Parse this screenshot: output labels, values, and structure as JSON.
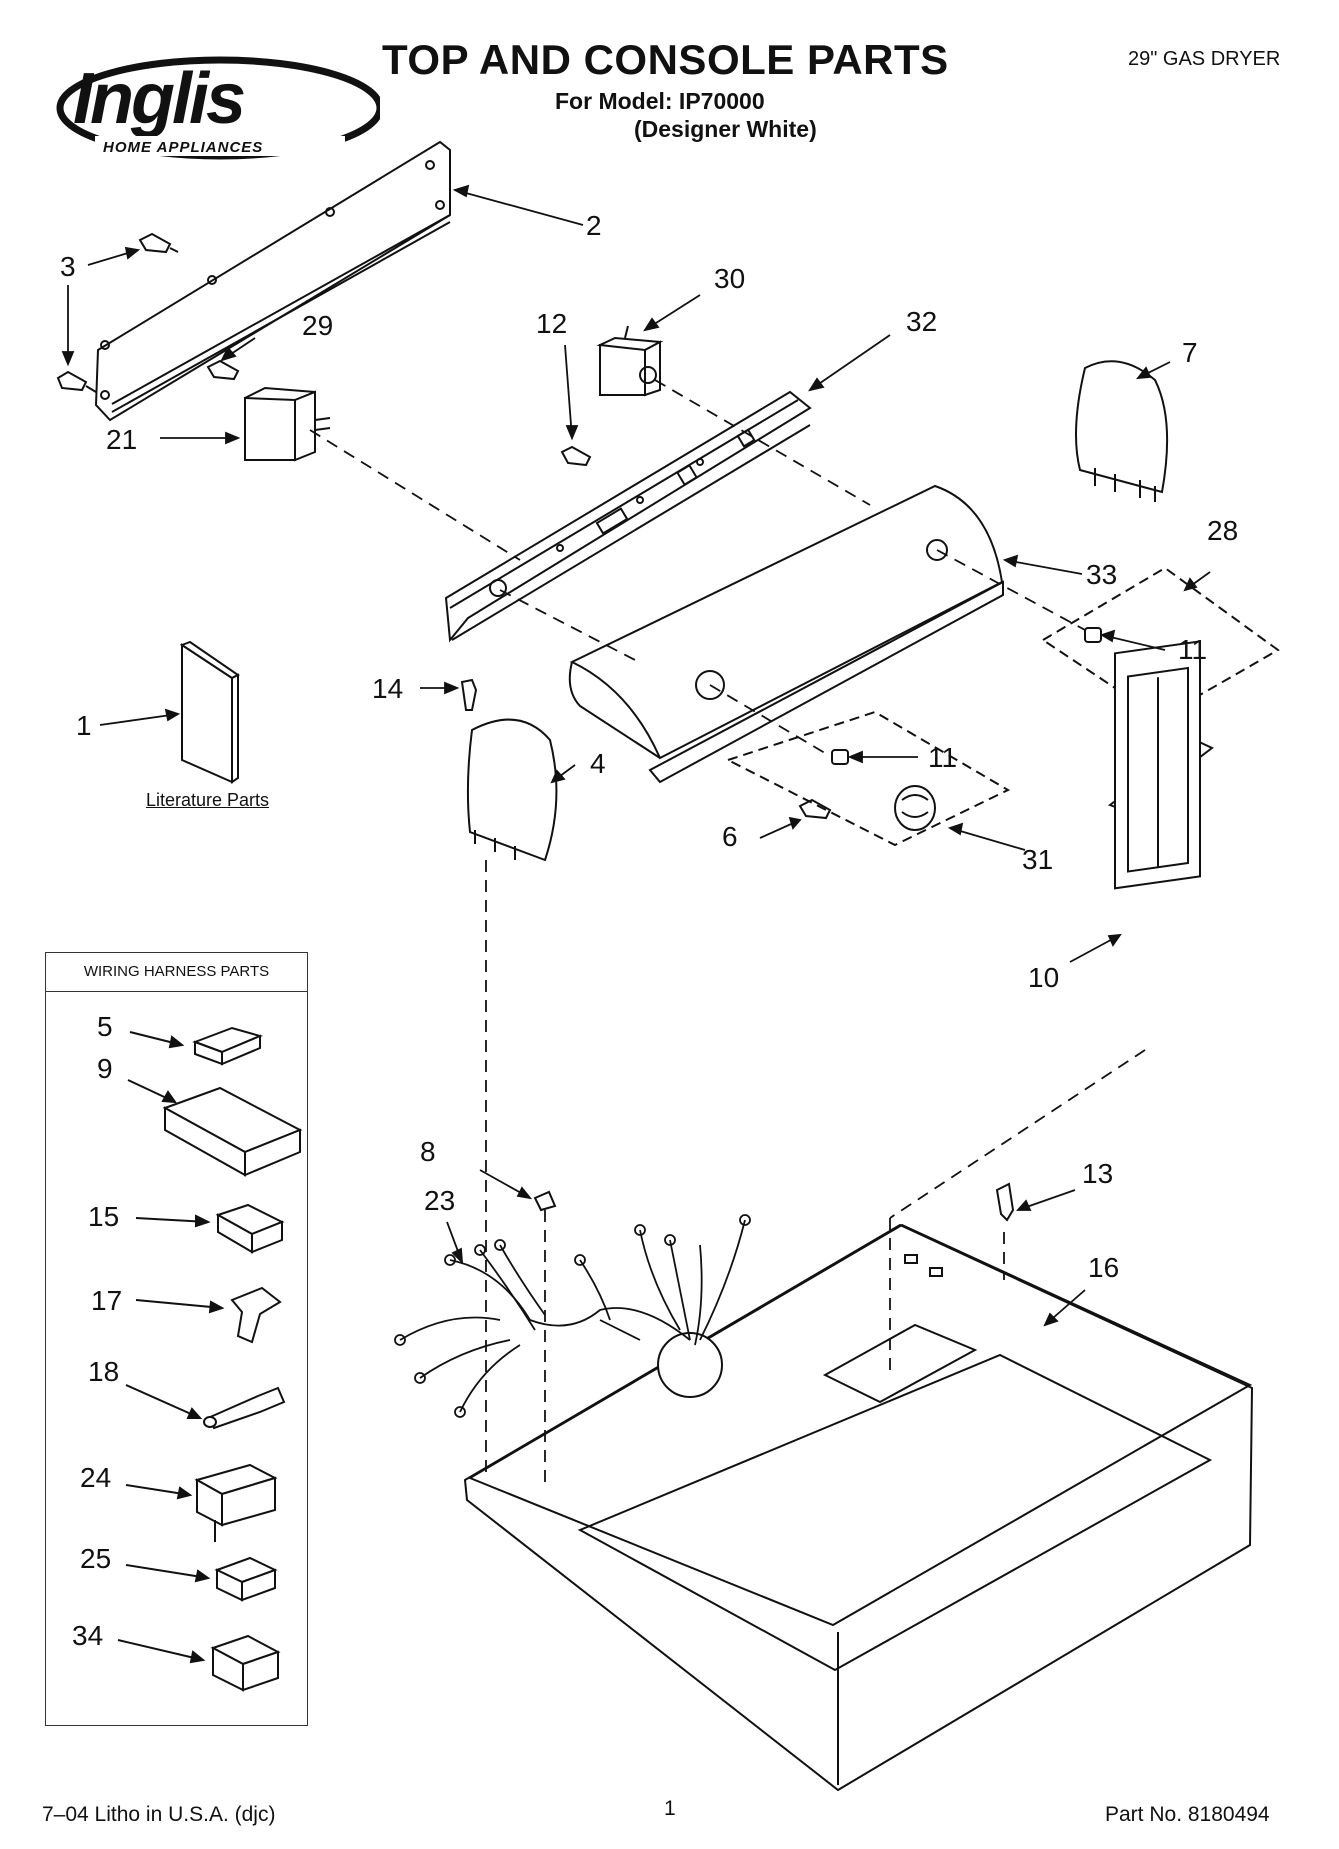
{
  "header": {
    "brand": "Inglis",
    "brand_tagline": "HOME APPLIANCES",
    "title": "TOP AND CONSOLE PARTS",
    "model_line": "For Model: IP70000",
    "variant_line": "(Designer White)",
    "product": "29\" GAS DRYER"
  },
  "callouts": {
    "n1": "1",
    "n2": "2",
    "n3": "3",
    "n4": "4",
    "n5": "5",
    "n6": "6",
    "n7": "7",
    "n8": "8",
    "n9": "9",
    "n10": "10",
    "n11a": "11",
    "n11b": "11",
    "n12": "12",
    "n13": "13",
    "n14": "14",
    "n15": "15",
    "n16": "16",
    "n17": "17",
    "n18": "18",
    "n21": "21",
    "n23": "23",
    "n24": "24",
    "n25": "25",
    "n28": "28",
    "n29": "29",
    "n30": "30",
    "n31": "31",
    "n32": "32",
    "n33": "33",
    "n34": "34"
  },
  "literature_label": "Literature Parts",
  "wiring_harness_title": "WIRING HARNESS PARTS",
  "footer": {
    "litho": "7–04 Litho in U.S.A. (djc)",
    "page_number": "1",
    "part_number": "Part No. 8180494"
  },
  "colors": {
    "ink": "#111111",
    "paper": "#ffffff"
  }
}
